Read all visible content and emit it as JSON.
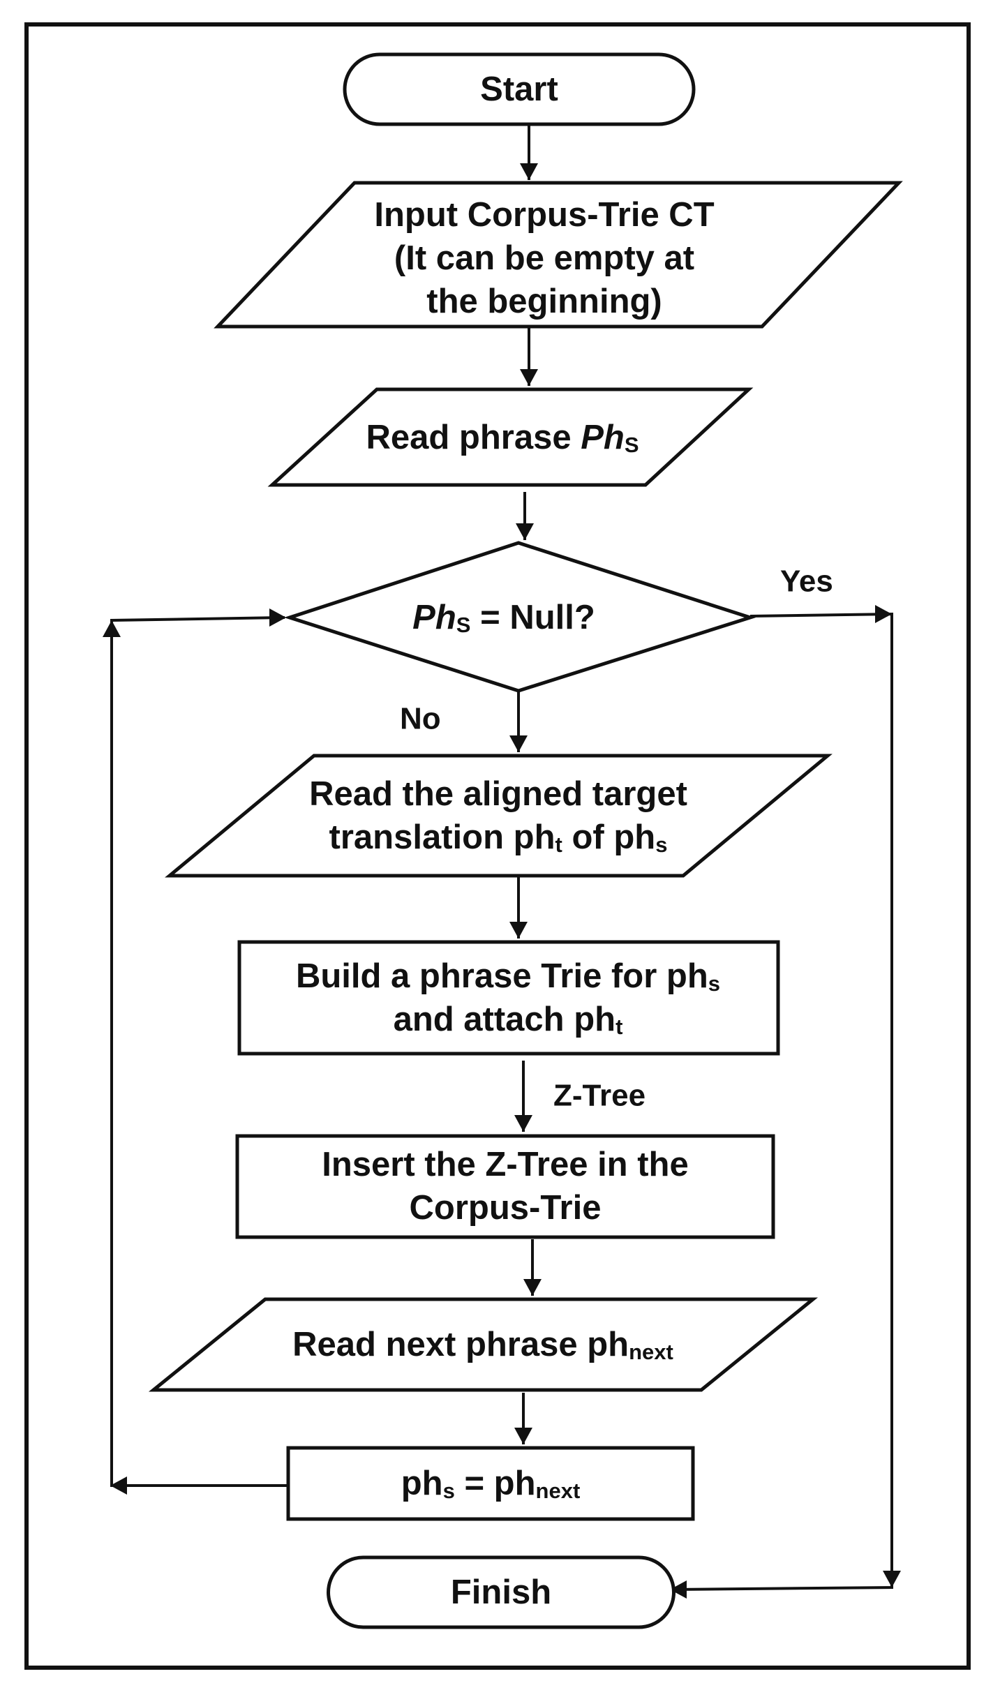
{
  "diagram": {
    "nodes": [
      {
        "id": "start",
        "shape": "terminator",
        "lines": [
          [
            {
              "t": "Start"
            }
          ]
        ]
      },
      {
        "id": "input_ct",
        "shape": "parallelogram",
        "lines": [
          [
            {
              "t": "Input Corpus-Trie CT"
            }
          ],
          [
            {
              "t": "(It can be empty at"
            }
          ],
          [
            {
              "t": "the beginning)"
            }
          ]
        ]
      },
      {
        "id": "read_phrase",
        "shape": "parallelogram",
        "lines": [
          [
            {
              "t": "Read phrase "
            },
            {
              "t": "Ph",
              "i": true
            },
            {
              "t": "S",
              "sub": true
            }
          ]
        ]
      },
      {
        "id": "null_check",
        "shape": "diamond",
        "lines": [
          [
            {
              "t": "Ph",
              "i": true
            },
            {
              "t": "S",
              "sub": true
            },
            {
              "t": " = Null?"
            }
          ]
        ]
      },
      {
        "id": "read_aligned",
        "shape": "parallelogram",
        "lines": [
          [
            {
              "t": "Read the aligned target"
            }
          ],
          [
            {
              "t": "translation ph"
            },
            {
              "t": "t",
              "sub": true
            },
            {
              "t": " of ph"
            },
            {
              "t": "s",
              "sub": true
            }
          ]
        ]
      },
      {
        "id": "build_trie",
        "shape": "process",
        "lines": [
          [
            {
              "t": "Build a phrase Trie for ph"
            },
            {
              "t": "s",
              "sub": true
            }
          ],
          [
            {
              "t": "and attach ph"
            },
            {
              "t": "t",
              "sub": true
            }
          ]
        ]
      },
      {
        "id": "insert_tree",
        "shape": "process",
        "lines": [
          [
            {
              "t": "Insert the Z-Tree in the"
            }
          ],
          [
            {
              "t": "Corpus-Trie"
            }
          ]
        ]
      },
      {
        "id": "read_next",
        "shape": "parallelogram",
        "lines": [
          [
            {
              "t": "Read next phrase ph"
            },
            {
              "t": "next",
              "sub": true
            }
          ]
        ]
      },
      {
        "id": "assign",
        "shape": "process",
        "lines": [
          [
            {
              "t": "ph"
            },
            {
              "t": "s",
              "sub": true
            },
            {
              "t": " = ph"
            },
            {
              "t": "next",
              "sub": true
            }
          ]
        ]
      },
      {
        "id": "finish",
        "shape": "terminator",
        "lines": [
          [
            {
              "t": "Finish"
            }
          ]
        ]
      }
    ],
    "edges": [
      {
        "from": "start",
        "to": "input_ct",
        "label": ""
      },
      {
        "from": "input_ct",
        "to": "read_phrase",
        "label": ""
      },
      {
        "from": "read_phrase",
        "to": "null_check",
        "label": ""
      },
      {
        "from": "null_check",
        "to": "finish",
        "label": "Yes"
      },
      {
        "from": "null_check",
        "to": "read_aligned",
        "label": "No"
      },
      {
        "from": "read_aligned",
        "to": "build_trie",
        "label": ""
      },
      {
        "from": "build_trie",
        "to": "insert_tree",
        "label": "Z-Tree"
      },
      {
        "from": "insert_tree",
        "to": "read_next",
        "label": ""
      },
      {
        "from": "read_next",
        "to": "assign",
        "label": ""
      },
      {
        "from": "assign",
        "to": "null_check",
        "label": ""
      }
    ]
  }
}
